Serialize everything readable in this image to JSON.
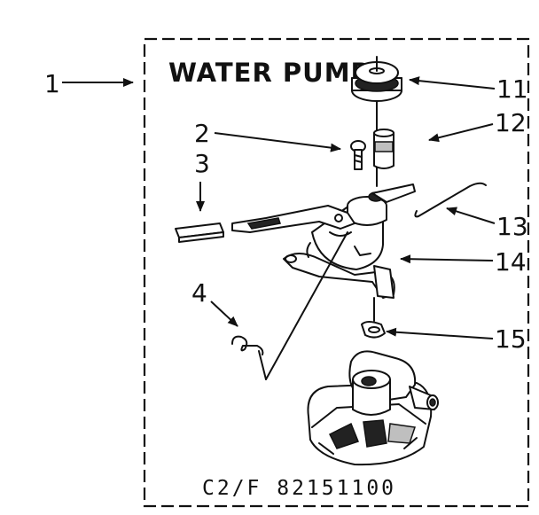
{
  "diagram": {
    "title": "WATER PUMP",
    "code_label": "C2/F 82151100",
    "callouts": [
      {
        "id": "1",
        "label": "1"
      },
      {
        "id": "2",
        "label": "2"
      },
      {
        "id": "3",
        "label": "3"
      },
      {
        "id": "4",
        "label": "4"
      },
      {
        "id": "11",
        "label": "11"
      },
      {
        "id": "12",
        "label": "12"
      },
      {
        "id": "13",
        "label": "13"
      },
      {
        "id": "14",
        "label": "14"
      },
      {
        "id": "15",
        "label": "15"
      }
    ]
  }
}
